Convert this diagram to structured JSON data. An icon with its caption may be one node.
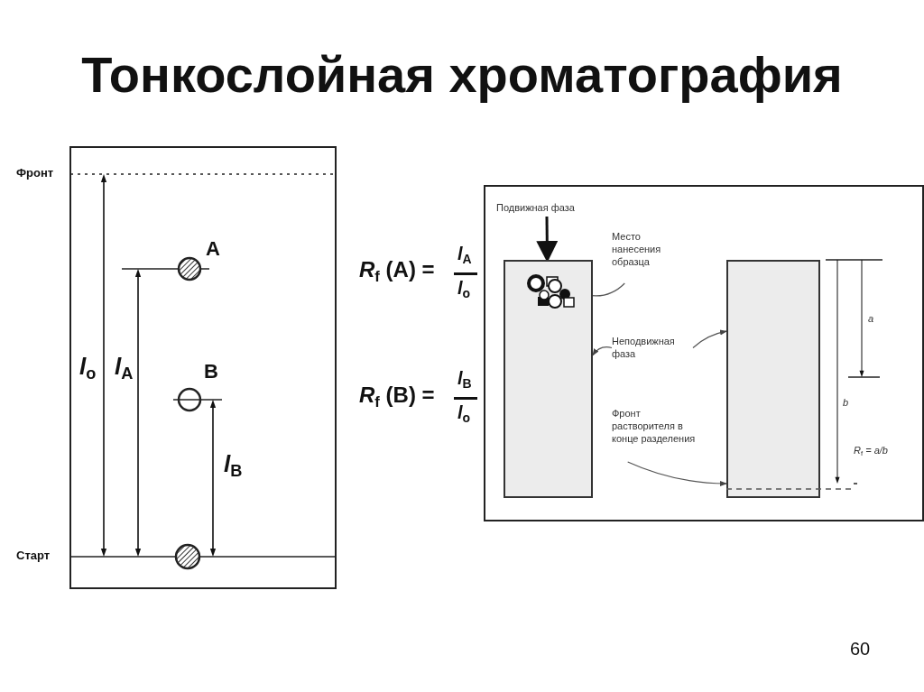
{
  "diagram": {
    "title": "Тонкослойная хроматография",
    "nodes": [
      {
        "text": [
          "Подвижная фаза"
        ]
      },
      {
        "text": [],
        "shape": "box"
      },
      {
        "text": [],
        "shape": "picture",
        "in": 1
      },
      {
        "text": [
          "Место нанесения образца"
        ]
      },
      {
        "text": [
          "Неподвижная фаза"
        ]
      },
      {
        "text": [],
        "shape": "box"
      },
      {
        "text": [
          "Фронт растворителя в конце разделения"
        ]
      },
      {
        "text": [],
        "shape": "line"
      }
    ],
    "edges": [
      {
        "from": 0,
        "to": 1,
        "arrow": "to",
        "style": "thick"
      },
      {
        "from": 3,
        "to": 2,
        "arrow": "to"
      },
      {
        "from": 4,
        "to": 1,
        "arrow": "to"
      },
      {
        "from": 4,
        "to": 5,
        "arrow": "to"
      },
      {
        "from": 6,
        "to": 7,
        "arrow": "to"
      }
    ],
    "labels": [
      "Фронт",
      "Старт",
      "A",
      "B",
      "l$_{o}$",
      "l$_{A}$",
      "l$_{B}$",
      "*R*$_{f}$ (A) =",
      "l$_{A}$",
      "l$_{o}$",
      "*R*$_{f}$ (B) =",
      "l$_{B}$",
      "l$_{o}$",
      "a",
      "b",
      "*R*$_{f}$ = a/b",
      "60"
    ]
  }
}
